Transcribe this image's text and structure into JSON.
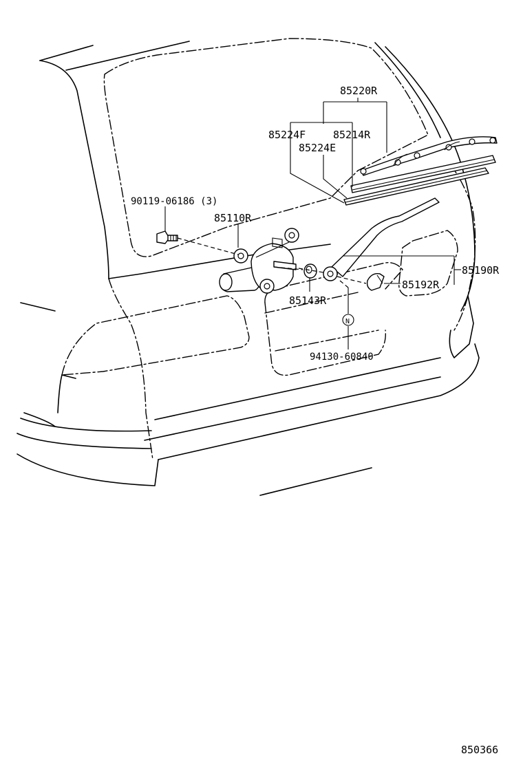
{
  "diagram_id": "850366",
  "callouts": {
    "wiper_blade_assy": "85220R",
    "blade_rubber_f": "85224F",
    "blade_rubber_e": "85224E",
    "blade_frame": "85214R",
    "bolt": "90119-06186 (3)",
    "wiper_motor": "85110R",
    "cushion": "85143R",
    "wiper_arm_assy": "85190R",
    "arm_head_cap": "85192R",
    "nut": "94130-60840",
    "nut_marker": "N"
  }
}
